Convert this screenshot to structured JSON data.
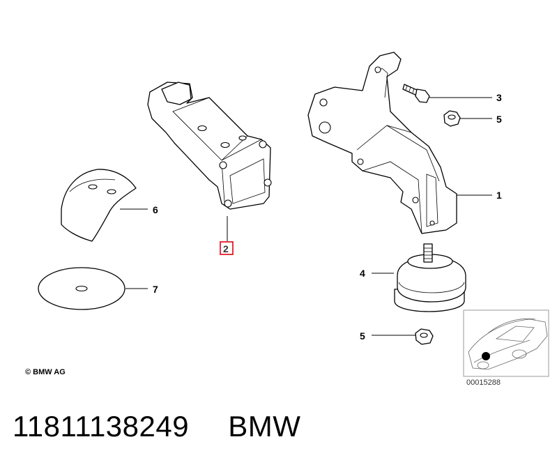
{
  "callouts": {
    "c1": "1",
    "c2": "2",
    "c3": "3",
    "c4": "4",
    "c5a": "5",
    "c5b": "5",
    "c6": "6",
    "c7": "7"
  },
  "highlight_color": "#e0000f",
  "copyright": "© BMW AG",
  "reference_number": "00015288",
  "part_number": "11811138249",
  "brand": "BMW"
}
